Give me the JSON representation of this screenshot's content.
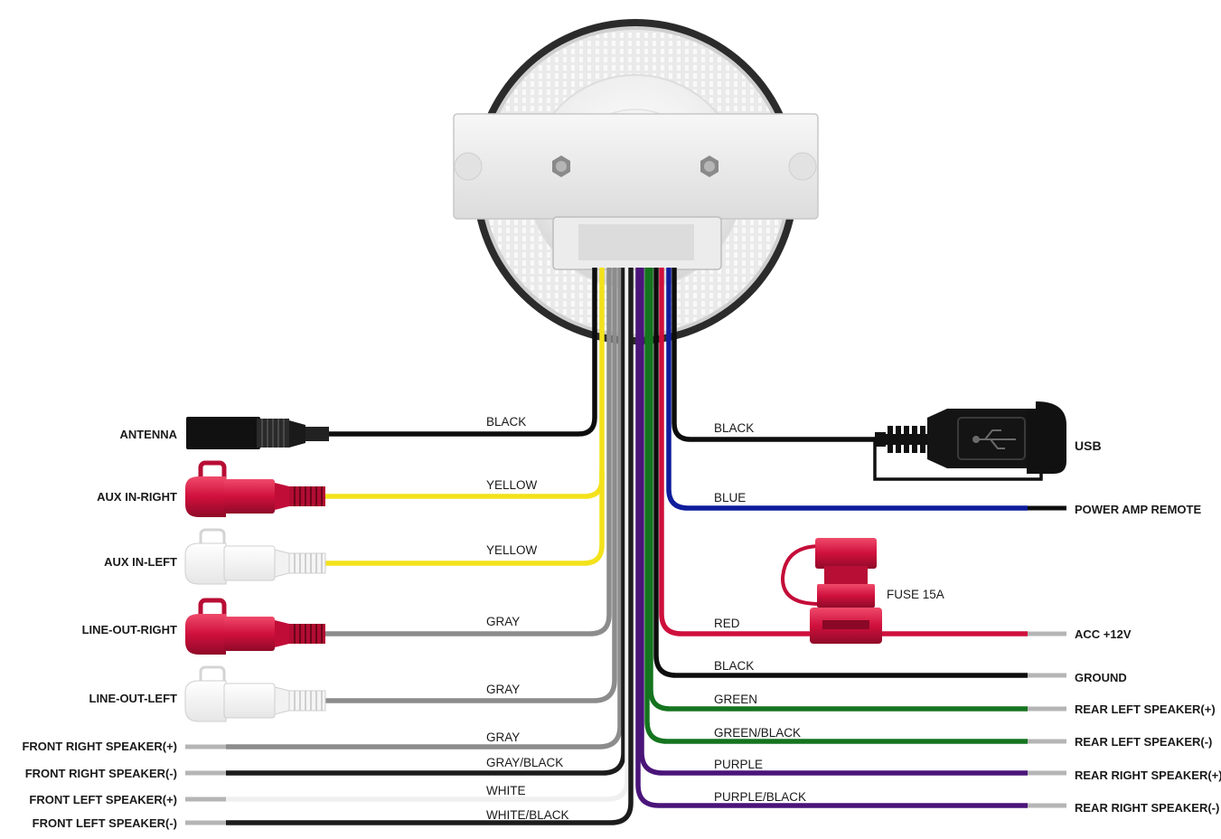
{
  "wire_colors": {
    "black": "#0d0d0d",
    "yellow": "#f3e21b",
    "gray": "#8c8c8c",
    "white": "#f2f2f2",
    "red": "#cf0f3c",
    "green": "#15741f",
    "purple": "#4a1479",
    "blue": "#0f1d9c",
    "lead": "#b5b5b5"
  },
  "left": {
    "antenna": {
      "label": "ANTENNA",
      "wire": "BLACK",
      "icon": "antenna-plug-icon"
    },
    "aux_in_right": {
      "label": "AUX IN-RIGHT",
      "wire": "YELLOW",
      "icon": "rca-plug-red-icon"
    },
    "aux_in_left": {
      "label": "AUX IN-LEFT",
      "wire": "YELLOW",
      "icon": "rca-plug-white-icon"
    },
    "line_out_right": {
      "label": "LINE-OUT-RIGHT",
      "wire": "GRAY",
      "icon": "rca-plug-red-icon"
    },
    "line_out_left": {
      "label": "LINE-OUT-LEFT",
      "wire": "GRAY",
      "icon": "rca-plug-white-icon"
    },
    "front_right_pos": {
      "label": "FRONT RIGHT SPEAKER(+)",
      "wire": "GRAY"
    },
    "front_right_neg": {
      "label": "FRONT RIGHT SPEAKER(-)",
      "wire": "GRAY/BLACK"
    },
    "front_left_pos": {
      "label": "FRONT LEFT SPEAKER(+)",
      "wire": "WHITE"
    },
    "front_left_neg": {
      "label": "FRONT LEFT SPEAKER(-)",
      "wire": "WHITE/BLACK"
    }
  },
  "right": {
    "usb": {
      "label": "USB",
      "wire": "BLACK",
      "icon": "usb-plug-icon"
    },
    "power_amp_remote": {
      "label": "POWER AMP REMOTE",
      "wire": "BLUE"
    },
    "fuse": {
      "label": "FUSE 15A",
      "icon": "fuse-holder-icon"
    },
    "acc": {
      "label": "ACC +12V",
      "wire": "RED"
    },
    "ground": {
      "label": "GROUND",
      "wire": "BLACK"
    },
    "rear_left_pos": {
      "label": "REAR LEFT SPEAKER(+)",
      "wire": "GREEN"
    },
    "rear_left_neg": {
      "label": "REAR LEFT SPEAKER(-)",
      "wire": "GREEN/BLACK"
    },
    "rear_right_pos": {
      "label": "REAR RIGHT SPEAKER(+)",
      "wire": "PURPLE"
    },
    "rear_right_neg": {
      "label": "REAR RIGHT SPEAKER(-)",
      "wire": "PURPLE/BLACK"
    }
  },
  "head_unit": {
    "icon": "marine-gauge-stereo-icon"
  }
}
